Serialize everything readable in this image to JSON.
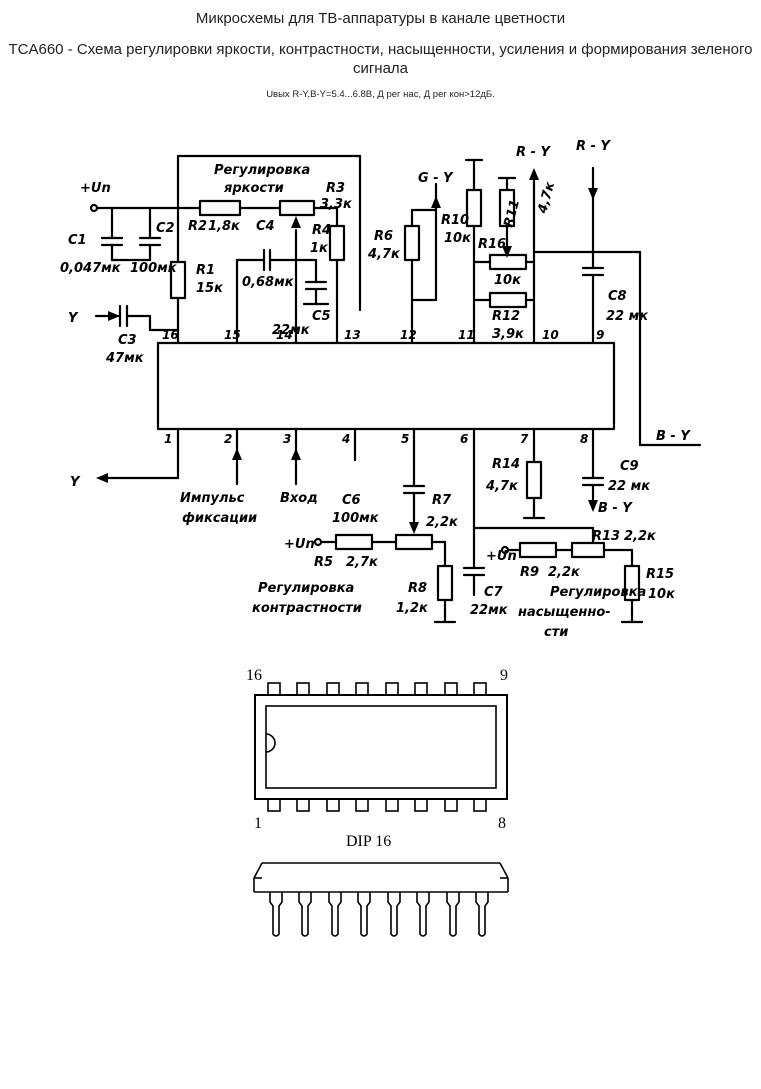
{
  "header": {
    "title": "Микросхемы для ТВ-аппаратуры в канале цветности",
    "subtitle": "TCA660 - Схема регулировки яркости, контрастности, насыщенности, усиления и формирования зеленого сигнала",
    "note": "Uвых R-Y,B-Y=5.4...6.8В, Д рег нас, Д рег кон>12дБ."
  },
  "schematic": {
    "brightness_label_1": "Регулировка",
    "brightness_label_2": "яркости",
    "contrast_label_1": "Регулировка",
    "contrast_label_2": "контрастности",
    "saturation_label_1": "Регулировка",
    "saturation_label_2": "насыщенно-",
    "saturation_label_3": "сти",
    "pulse_label_1": "Импульс",
    "pulse_label_2": "фиксации",
    "input_label": "Вход",
    "supply": "+Un",
    "y_in": "Y",
    "y_out": "Y",
    "g_y": "G - Y",
    "r_y_1": "R - Y",
    "r_y_2": "R - Y",
    "b_y_out": "B - Y",
    "b_y_in": "B - Y",
    "components": {
      "c1": "C1",
      "c1_val": "0,047мк",
      "c2": "C2",
      "c2_val": "100мк",
      "c3": "C3",
      "c3_val": "47мк",
      "c4": "C4",
      "c4_val": "0,68мк",
      "c5": "C5",
      "c5_val": "22мк",
      "c6": "C6",
      "c6_val": "100мк",
      "c7": "C7",
      "c7_val": "22мк",
      "c8": "C8",
      "c8_val": "22 мк",
      "c9": "C9",
      "c9_val": "22 мк",
      "r1": "R1",
      "r1_val": "15к",
      "r2": "R2",
      "r2_val": "1,8к",
      "r3": "R3",
      "r3_val": "3,3к",
      "r4": "R4",
      "r4_val": "1к",
      "r5": "R5",
      "r5_val": "2,7к",
      "r6": "R6",
      "r6_val": "4,7к",
      "r7": "R7",
      "r7_val": "2,2к",
      "r8": "R8",
      "r8_val": "1,2к",
      "r9": "R9",
      "r9_val": "2,2к",
      "r10": "R10",
      "r10_val": "10к",
      "r11": "R11",
      "r11_val": "4,7к",
      "r12": "R12",
      "r12_val": "3,9к",
      "r13": "R13",
      "r13_val": "2,2к",
      "r14": "R14",
      "r14_val": "4,7к",
      "r15": "R15",
      "r15_val": "10к",
      "r16": "R16",
      "r16_val": "10к"
    },
    "pins_top": [
      "16",
      "15",
      "14",
      "13",
      "12",
      "11",
      "10",
      "9"
    ],
    "pins_bottom": [
      "1",
      "2",
      "3",
      "4",
      "5",
      "6",
      "7",
      "8"
    ]
  },
  "package": {
    "name": "DIP 16",
    "pin_16": "16",
    "pin_9": "9",
    "pin_1": "1",
    "pin_8": "8"
  }
}
